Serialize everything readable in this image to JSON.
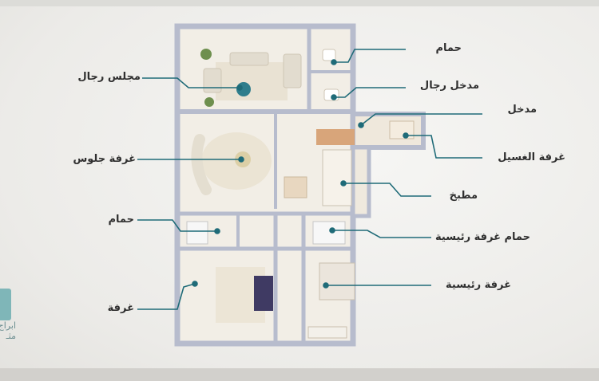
{
  "rooms": {
    "bathroom_top": "حمام",
    "men_entrance": "مدخل رجال",
    "entrance": "مدخل",
    "laundry": "غرفة الغسيل",
    "kitchen": "مطبخ",
    "master_bath": "حمام غرفة رئيسية",
    "master_bedroom": "غرفة رئيسية",
    "men_majlis": "مجلس رجال",
    "living_room": "غرفة جلوس",
    "bathroom_left": "حمام",
    "bedroom": "غرفة"
  },
  "logo": {
    "line1": "ابراج",
    "line2": "مثـ"
  },
  "colors": {
    "leader": "#1f6b78",
    "wall": "#b7bccd",
    "floor": "#f1ede4"
  }
}
